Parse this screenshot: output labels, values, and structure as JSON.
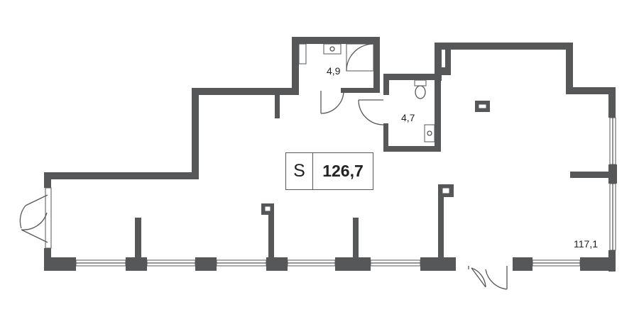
{
  "floorplan": {
    "total_area": {
      "symbol": "S",
      "value": "126,7"
    },
    "rooms": [
      {
        "id": "bathroom-shower",
        "area": "4,9"
      },
      {
        "id": "bathroom-wc",
        "area": "4,7"
      },
      {
        "id": "main-hall",
        "area": "117,1"
      }
    ],
    "colors": {
      "wall": "#555759",
      "background": "#ffffff"
    }
  }
}
